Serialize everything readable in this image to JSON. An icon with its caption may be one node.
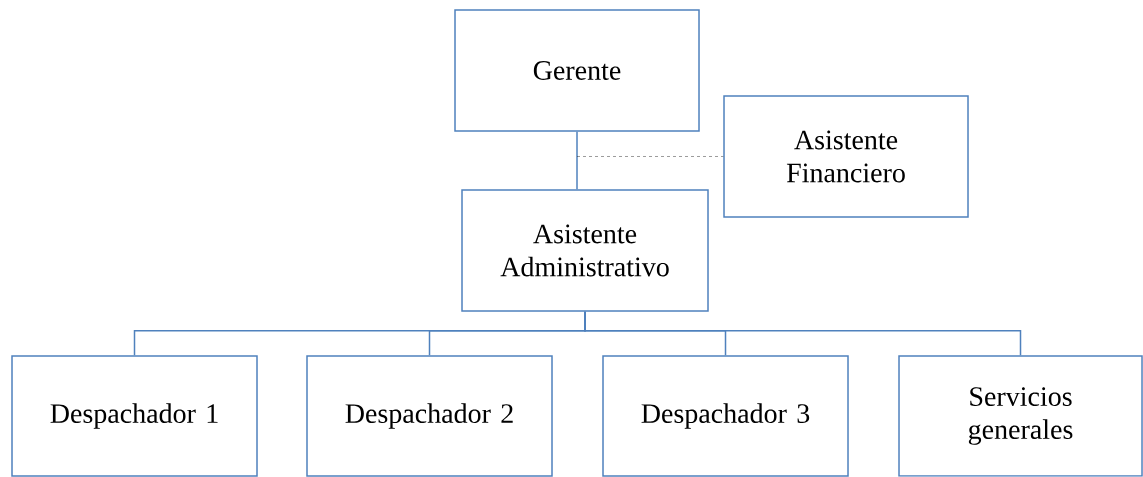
{
  "diagram": {
    "nodes": [
      {
        "text": [
          "Gerente"
        ]
      },
      {
        "text": [
          "Asistente Financiero"
        ]
      },
      {
        "text": [
          "Asistente Administrativo"
        ]
      },
      {
        "text": [
          "Despachador 1"
        ]
      },
      {
        "text": [
          "Despachador 2"
        ]
      },
      {
        "text": [
          "Despachador 3"
        ]
      },
      {
        "text": [
          "Servicios generales"
        ]
      }
    ],
    "edges": [
      {
        "from": 0,
        "to": 2,
        "arrow": "none"
      },
      {
        "from": 0,
        "to": 1,
        "arrow": "none",
        "style": "dashed",
        "color": "#000000"
      },
      {
        "from": 2,
        "to": 3,
        "arrow": "none"
      },
      {
        "from": 2,
        "to": 4,
        "arrow": "none"
      },
      {
        "from": 2,
        "to": 5,
        "arrow": "none"
      },
      {
        "from": 2,
        "to": 6,
        "arrow": "none"
      }
    ]
  }
}
